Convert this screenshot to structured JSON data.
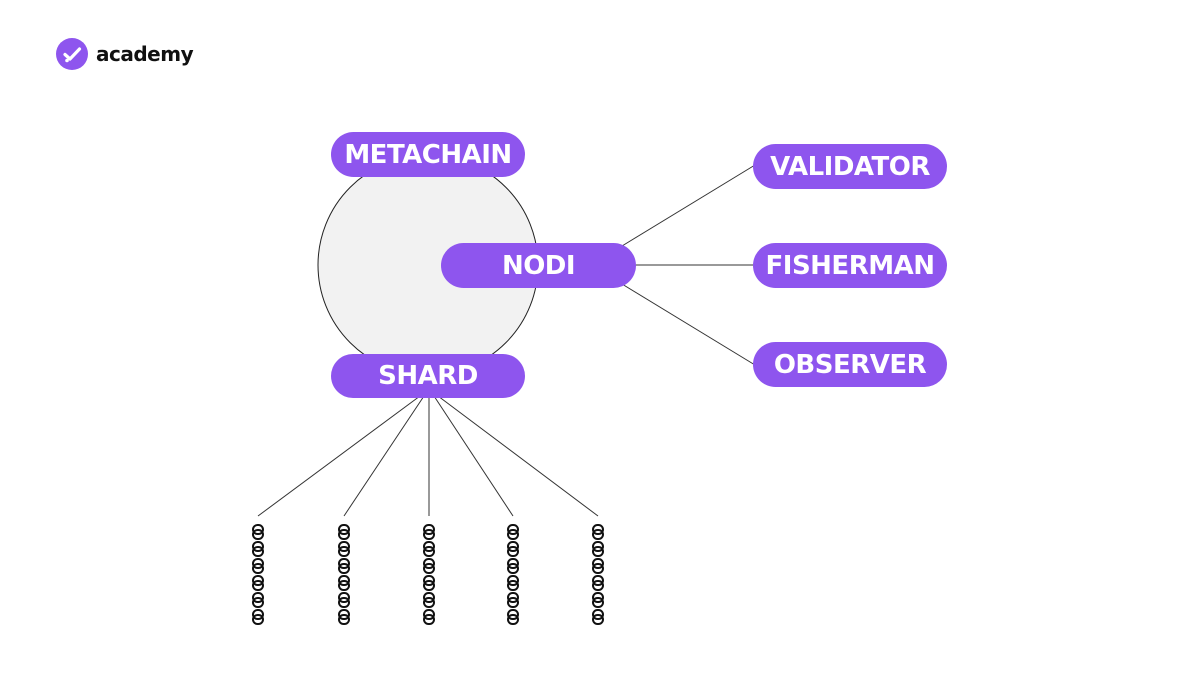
{
  "brand": {
    "name": "academy",
    "accent_color": "#8e55ee",
    "icon": "check-badge-icon"
  },
  "diagram": {
    "center_node": "NODI",
    "ring_nodes": {
      "top": "METACHAIN",
      "bottom": "SHARD"
    },
    "node_types": [
      "VALIDATOR",
      "FISHERMAN",
      "OBSERVER"
    ],
    "chains": {
      "count": 5,
      "icon": "chain-link-icon",
      "links_per_chain": 6
    }
  }
}
